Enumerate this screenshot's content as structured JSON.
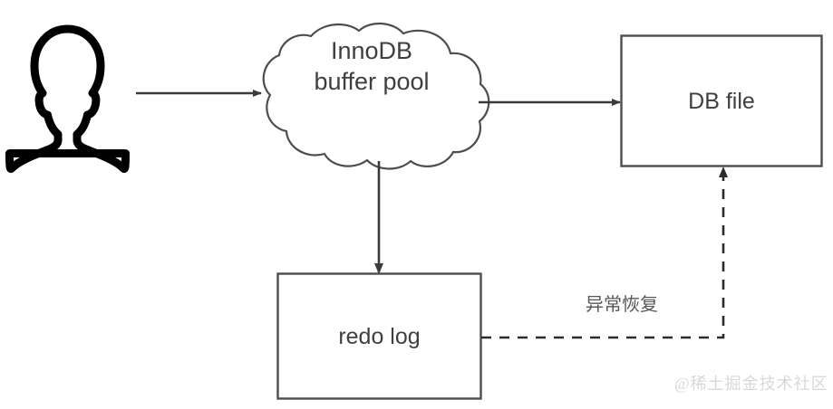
{
  "diagram": {
    "title": "InnoDB buffer pool redo log flow",
    "background": "#ffffff",
    "shape_stroke": "#4d4d4d",
    "text_color": "#3f3f3f",
    "icon_color": "#000000",
    "nodes": {
      "user": {
        "icon": "user-person-icon",
        "label": ""
      },
      "buffer_pool": {
        "shape": "cloud",
        "label": "InnoDB\nbuffer pool"
      },
      "db_file": {
        "shape": "rectangle",
        "label": "DB file"
      },
      "redo_log": {
        "shape": "rectangle",
        "label": "redo log"
      }
    },
    "edges": [
      {
        "from": "user",
        "to": "buffer_pool",
        "style": "solid",
        "label": ""
      },
      {
        "from": "buffer_pool",
        "to": "db_file",
        "style": "solid",
        "label": ""
      },
      {
        "from": "buffer_pool",
        "to": "redo_log",
        "style": "solid",
        "label": ""
      },
      {
        "from": "redo_log",
        "to": "db_file",
        "style": "dashed",
        "label": "异常恢复"
      }
    ]
  },
  "watermark": {
    "text": "@稀土掘金技术社区",
    "color": "#d8d8d8"
  }
}
